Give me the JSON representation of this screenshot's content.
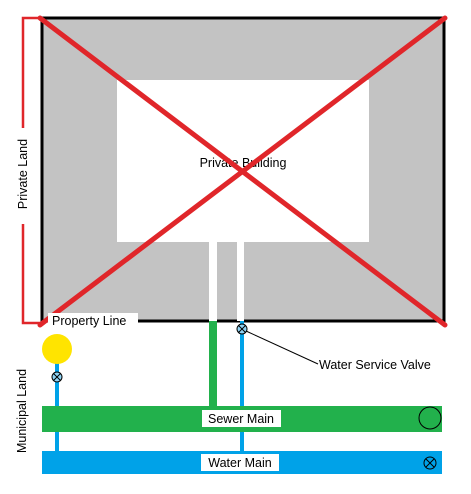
{
  "labels": {
    "private_land": "Private Land",
    "municipal_land": "Municipal Land",
    "private_building": "Private Building",
    "property_line": "Property Line",
    "water_service_valve": "Water Service Valve",
    "sewer_main": "Sewer Main",
    "water_main": "Water Main"
  },
  "colors": {
    "lot_fill": "#c3c3c3",
    "lot_outline": "#000000",
    "building_fill": "#ffffff",
    "cross_out": "#e0262a",
    "bracket": "#e0262a",
    "sewer": "#22b14c",
    "water": "#00a2e8",
    "hydrant": "#ffe400",
    "valve_fill": "#8fd3f4",
    "leader_line": "#000000"
  },
  "icons": {
    "hydrant": "hydrant-circle-icon",
    "valve": "valve-x-circle-icon",
    "sewer_manhole": "manhole-circle-icon",
    "water_main_valve": "valve-x-circle-icon"
  },
  "state": {
    "private_area_crossed_out": true
  }
}
